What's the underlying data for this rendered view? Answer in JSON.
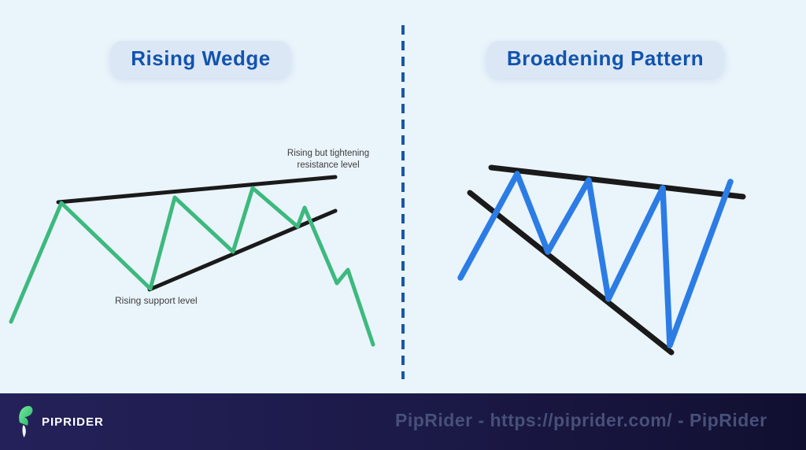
{
  "page": {
    "background_color": "#EAF4FB",
    "divider_color": "#1857A6",
    "trendline_color": "#1A1A1A",
    "annotation_color": "#3E3E3E"
  },
  "panels": {
    "left": {
      "title": "Rising Wedge",
      "title_color": "#1254AD",
      "line_color": "#3DB97E",
      "annotations": {
        "resistance": "Rising but tightening\nresistance level",
        "support": "Rising support level"
      },
      "price_points": [
        [
          14,
          409
        ],
        [
          78,
          258
        ],
        [
          191,
          367
        ],
        [
          222,
          251
        ],
        [
          296,
          320
        ],
        [
          321,
          239
        ],
        [
          378,
          288
        ],
        [
          387,
          264
        ],
        [
          428,
          360
        ],
        [
          442,
          343
        ],
        [
          474,
          438
        ]
      ],
      "trendlines": [
        {
          "name": "rising-tightening-resistance",
          "from": [
            74,
            257
          ],
          "to": [
            426,
            225
          ]
        },
        {
          "name": "rising-support",
          "from": [
            190,
            368
          ],
          "to": [
            426,
            268
          ]
        }
      ]
    },
    "right": {
      "title": "Broadening Pattern",
      "title_color": "#1254AD",
      "line_color": "#2C7CE5",
      "price_points": [
        [
          585,
          353
        ],
        [
          657,
          221
        ],
        [
          696,
          320
        ],
        [
          748,
          229
        ],
        [
          773,
          380
        ],
        [
          842,
          239
        ],
        [
          851,
          439
        ],
        [
          928,
          231
        ]
      ],
      "trendlines": [
        {
          "name": "upper-widening",
          "from": [
            624,
            213
          ],
          "to": [
            944,
            250
          ]
        },
        {
          "name": "lower-widening",
          "from": [
            597,
            245
          ],
          "to": [
            853,
            448
          ]
        }
      ]
    }
  },
  "footer": {
    "brand": "PIPRIDER",
    "watermark": "PipRider - https://piprider.com/ - PipRider",
    "background_left": "#24215A",
    "background_right": "#110F30",
    "logo_green": "#2FBF71",
    "watermark_color": "#475079"
  }
}
